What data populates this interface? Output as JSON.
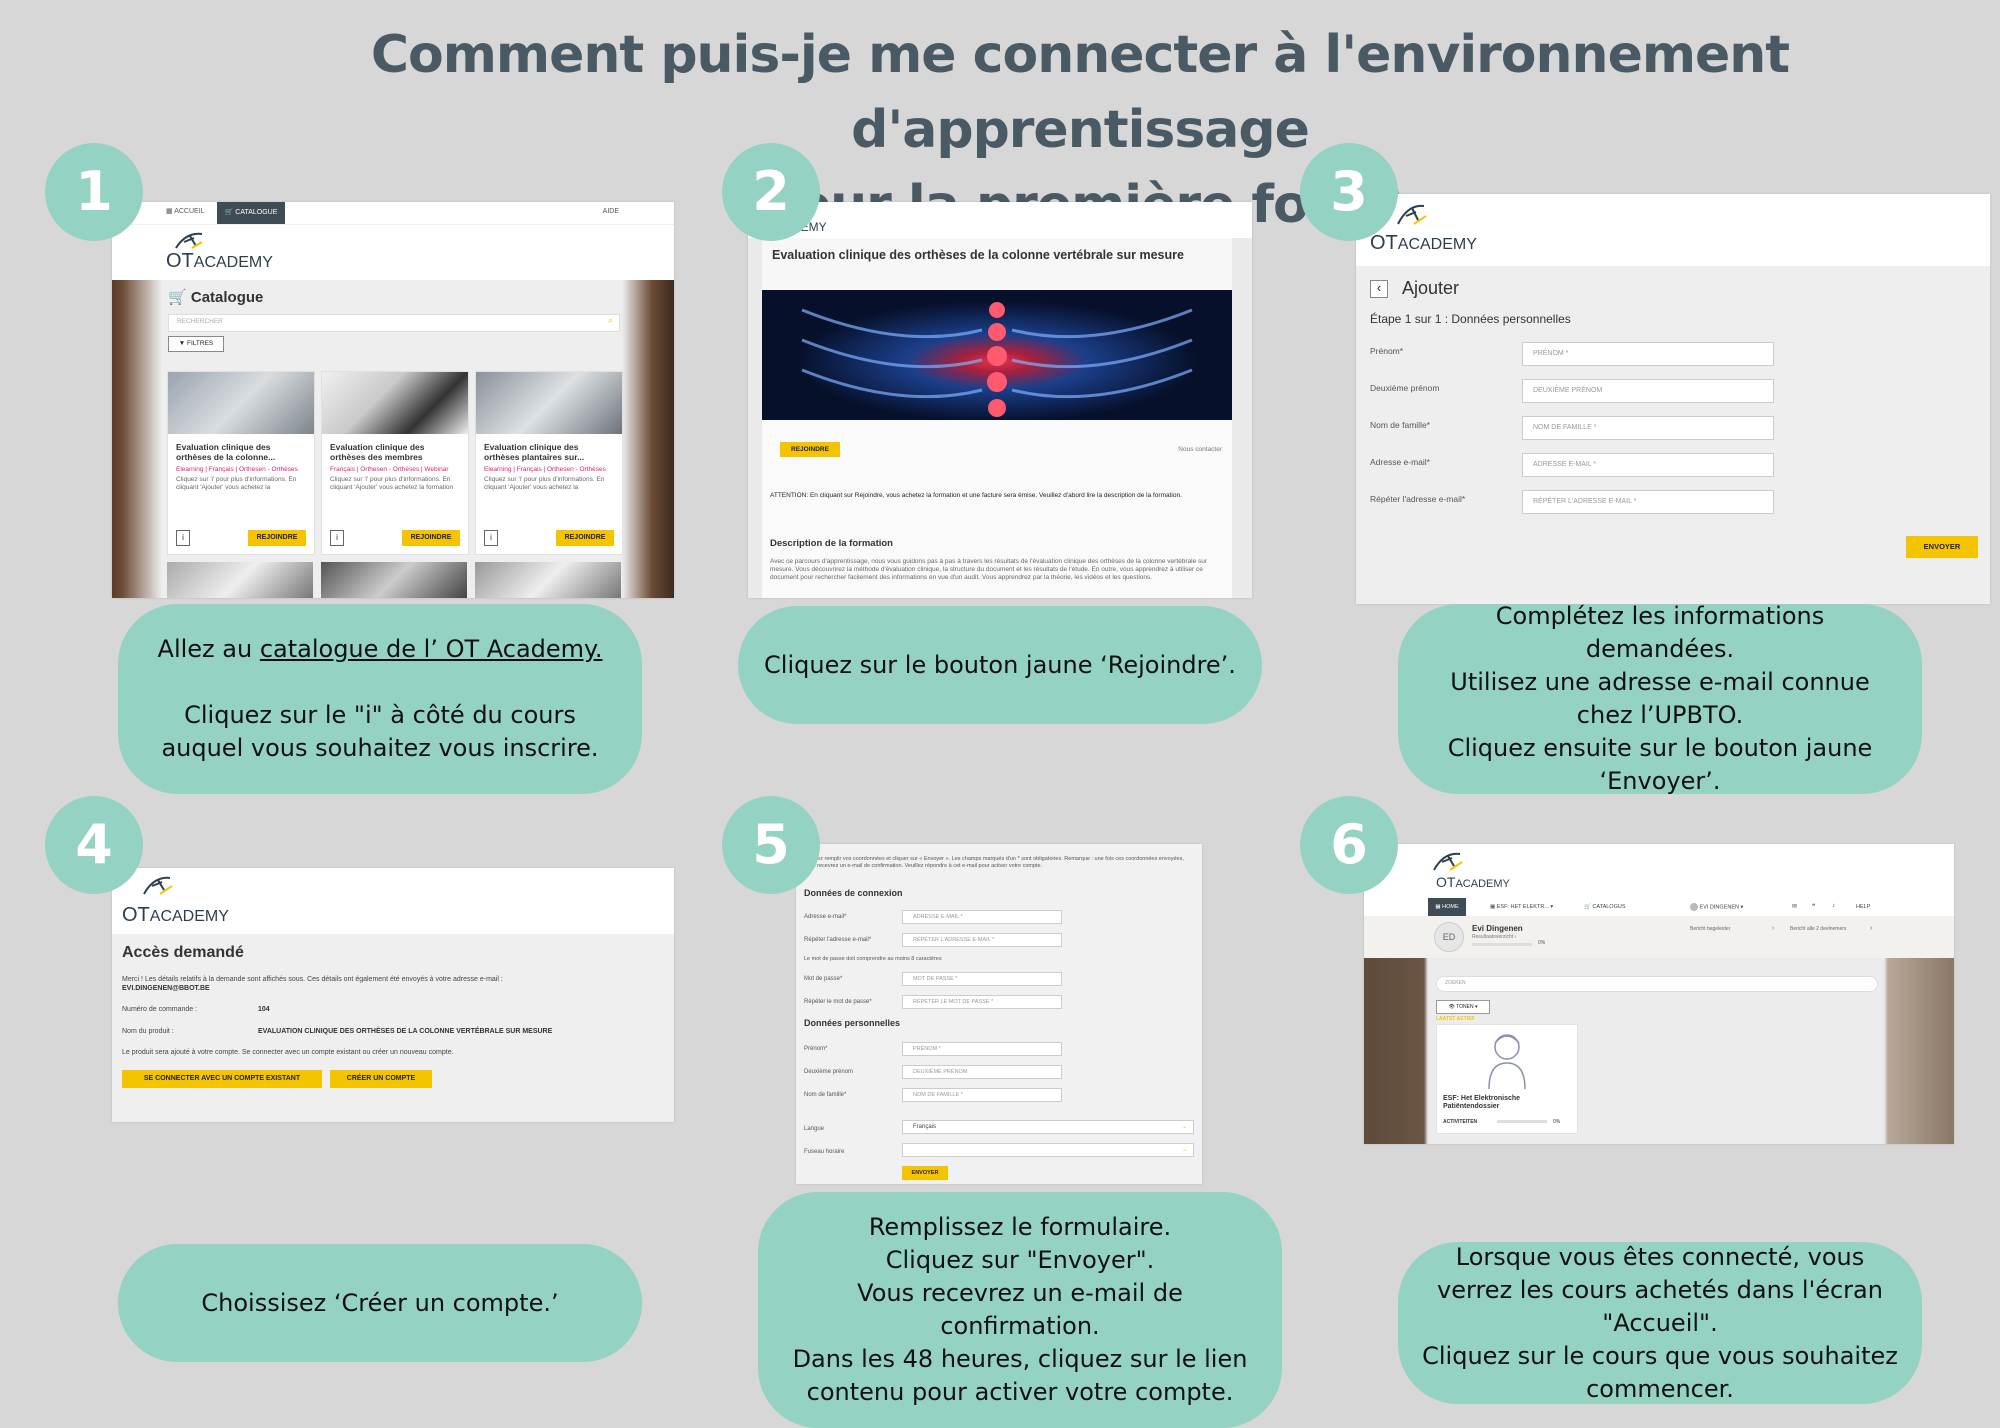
{
  "title": {
    "line1": "Comment puis-je me connecter à l'environnement d'apprentissage",
    "line2": "pour la première fois ?"
  },
  "steps": [
    {
      "num": "1"
    },
    {
      "num": "2"
    },
    {
      "num": "3"
    },
    {
      "num": "4"
    },
    {
      "num": "5"
    },
    {
      "num": "6"
    }
  ],
  "bubbles": {
    "b1_pre": "Allez au ",
    "b1_link": "catalogue de l’ OT Academy.",
    "b1_line2": "Cliquez sur le \"i\" à côté du cours auquel vous souhaitez vous inscrire.",
    "b2": "Cliquez sur le bouton jaune  ‘Rejoindre’.",
    "b3_l1": "Complétez les informations demandées.",
    "b3_l2": "Utilisez une adresse e-mail connue chez l’UPBTO.",
    "b3_l3": "Cliquez ensuite sur le bouton jaune ‘Envoyer’.",
    "b4": "Choissisez ‘Créer un compte.’",
    "b5_l1": "Remplissez le formulaire.",
    "b5_l2": "Cliquez sur \"Envoyer\".",
    "b5_l3": "Vous recevrez un e-mail de confirmation.",
    "b5_l4": "Dans les 48 heures, cliquez sur le lien contenu pour activer votre compte.",
    "b6_l1": "Lorsque vous êtes connecté, vous verrez les cours achetés dans l'écran \"Accueil\".",
    "b6_l2": "Cliquez sur le cours que vous souhaitez commencer."
  },
  "logo": {
    "ot": "OT",
    "academy": "ACADEMY"
  },
  "s1": {
    "nav_home": "ACCUEIL",
    "nav_catalog": "CATALOGUE",
    "nav_help": "AIDE",
    "heading": "Catalogue",
    "search_placeholder": "RECHERCHER",
    "filters": "FILTRES",
    "cards": [
      {
        "title": "Evaluation clinique des orthèses de la colonne...",
        "meta": "Elearning | Français | Orthesen - Orthèses",
        "desc": "Cliquez sur 'i' pour plus d'informations. En cliquant 'Ajouter' vous achetez la",
        "info": "i",
        "join": "REJOINDRE"
      },
      {
        "title": "Evaluation clinique des orthèses des membres",
        "meta": "Français | Orthesen - Orthèses | Webinar",
        "desc": "Cliquez sur 'i' pour plus d'informations. En cliquant 'Ajouter' vous achetez la formation",
        "info": "i",
        "join": "REJOINDRE"
      },
      {
        "title": "Evaluation clinique des orthèses plantaires sur...",
        "meta": "Elearning | Français | Orthesen - Orthèses",
        "desc": "Cliquez sur 'i' pour plus d'informations. En cliquant 'Ajouter' vous achetez la",
        "info": "i",
        "join": "REJOINDRE"
      }
    ]
  },
  "s2": {
    "logo_partial": "ADEMY",
    "heading": "Evaluation clinique des orthèses de la colonne vertébrale sur mesure",
    "join": "REJOINDRE",
    "contact": "Nous contacter",
    "attention": "ATTENTION: En cliquant  sur Rejoindre, vous achetez la formation et une facture sera émise. Veuillez d'abord lire la description de la formation.",
    "desc_title": "Description de la formation",
    "desc": "Avec ce parcours d'apprentissage, nous vous guidons pas à pas à travers les résultats de l'évaluation clinique des orthèses de la colonne vertébrale sur mesure. Vous découvrirez la méthode d'évaluation clinique, la structure du document et les résultats de l'étude. En outre, vous apprendrez à utiliser ce document pour rechercher facilement des informations en vue d'un audit. Vous apprendrez par la théorie, les vidéos et les questions."
  },
  "s3": {
    "back": "‹",
    "heading": "Ajouter",
    "step": "Étape 1 sur 1 : Données personnelles",
    "fields": [
      {
        "label": "Prénom*",
        "placeholder": "PRÉNOM *"
      },
      {
        "label": "Deuxième prénom",
        "placeholder": "DEUXIÈME PRÉNOM"
      },
      {
        "label": "Nom de famille*",
        "placeholder": "NOM DE FAMILLE *"
      },
      {
        "label": "Adresse e-mail*",
        "placeholder": "ADRESSE E-MAIL *"
      },
      {
        "label": "Répéter l'adresse e-mail*",
        "placeholder": "RÉPÉTER L'ADRESSE E-MAIL *"
      }
    ],
    "send": "ENVOYER"
  },
  "s4": {
    "heading": "Accès demandé",
    "msg": "Merci ! Les détails relatifs à la demande sont affichés sous. Ces détails ont également été envoyés à votre adresse e-mail :",
    "email": "EVI.DINGENEN@BBOT.BE",
    "order_label": "Numéro de commande :",
    "order_value": "104",
    "product_label": "Nom du produit :",
    "product_value": "EVALUATION CLINIQUE DES ORTHÈSES DE LA COLONNE VERTÉBRALE SUR MESURE",
    "note": "Le produit sera ajouté à votre compte. Se connecter avec un compte existant ou créer un nouveau compte.",
    "btn_existing": "SE CONNECTER AVEC UN COMPTE EXISTANT",
    "btn_create": "CRÉER UN COMPTE"
  },
  "s5": {
    "intro": "Veuillez remplir vos coordonnées et cliquer sur « Envoyer ». Les champs marqués d'un * sont obligatoires. Remarque : une fois ces coordonnées envoyées, vous recevrez un e-mail de confirmation. Veuillez répondre à cet e-mail pour activer votre compte.",
    "sec1": "Données de connexion",
    "f_email": {
      "label": "Adresse e-mail*",
      "placeholder": "ADRESSE E-MAIL *"
    },
    "f_email2": {
      "label": "Répéter l'adresse e-mail*",
      "placeholder": "RÉPÉTER L'ADRESSE E-MAIL *"
    },
    "pw_note": "Le mot de passe doit comprendre au moins 8 caractères",
    "f_pw": {
      "label": "Mot de passe*",
      "placeholder": "MOT DE PASSE *"
    },
    "f_pw2": {
      "label": "Répéter le mot de passe*",
      "placeholder": "RÉPÉTER LE MOT DE PASSE *"
    },
    "sec2": "Données personnelles",
    "f_first": {
      "label": "Prénom*",
      "placeholder": "PRÉNOM *"
    },
    "f_middle": {
      "label": "Deuxième prénom",
      "placeholder": "DEUXIÈME PRÉNOM"
    },
    "f_last": {
      "label": "Nom de famille*",
      "placeholder": "NOM DE FAMILLE *"
    },
    "f_lang": {
      "label": "Langue",
      "value": "Français"
    },
    "f_tz": {
      "label": "Fuseau horaire",
      "value": ""
    },
    "send": "ENVOYER"
  },
  "s6": {
    "nav_home": "HOME",
    "nav_course": "ESF: HET ELEKTR...",
    "nav_catalog": "CATALOGUS",
    "user": "EVI DINGENEN",
    "nav_help": "HELP",
    "initials": "ED",
    "name": "Evi Dingenen",
    "sub": "Resultaatoverzicht",
    "progress": "0%",
    "col1": "Bericht begeleider",
    "col2": "Bericht alle 2 deelnemers",
    "search": "ZOEKEN",
    "show": "TONEN",
    "latest": "LAATST ACTIEF",
    "card_title": "ESF: Het Elektronische Patiëntendossier",
    "card_act": "ACTIVITEITEN",
    "card_pct": "0%"
  }
}
